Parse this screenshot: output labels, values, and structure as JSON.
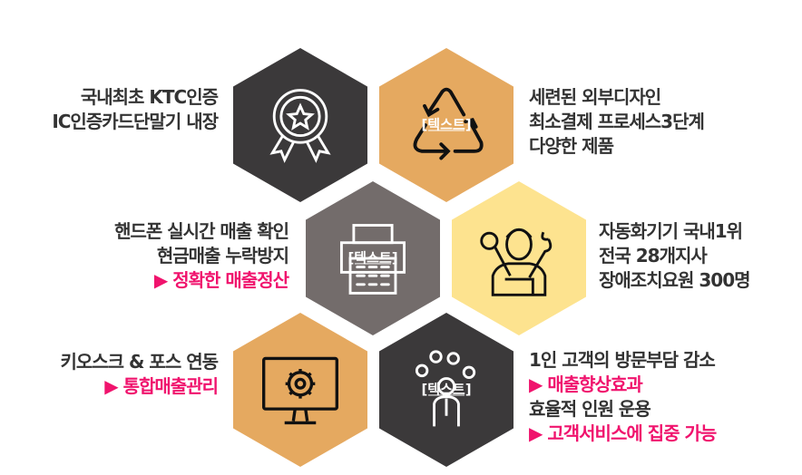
{
  "colors": {
    "dark": "#3b393a",
    "orange": "#e5a960",
    "gray": "#736c6b",
    "yellow": "#fde38f",
    "pink": "#f0136d",
    "text": "#333333"
  },
  "hexes": [
    {
      "icon": "award-medal-icon",
      "overlay": ""
    },
    {
      "icon": "recycle-arrows-icon",
      "overlay": "[텍스트]"
    },
    {
      "icon": "printer-icon",
      "overlay": "[텍스트]"
    },
    {
      "icon": "mechanic-wrench-icon",
      "overlay": ""
    },
    {
      "icon": "monitor-gear-icon",
      "overlay": ""
    },
    {
      "icon": "person-ideas-icon",
      "overlay": "[텍스트]"
    }
  ],
  "blocks": {
    "top_left": [
      "국내최초 KTC인증",
      "IC인증카드단말기 내장"
    ],
    "top_right": [
      "세련된 외부디자인",
      "최소결제 프로세스3단계",
      "다양한 제품"
    ],
    "mid_left": {
      "lines": [
        "핸드폰 실시간 매출 확인",
        "현금매출 누락방지"
      ],
      "highlight": "▶ 정확한 매출정산"
    },
    "mid_right": [
      "자동화기기 국내1위",
      "전국 28개지사",
      "장애조치요원 300명"
    ],
    "bottom_left": {
      "line": "키오스크 & 포스 연동",
      "highlight": "▶ 통합매출관리"
    },
    "bottom_right": {
      "line1": "1인 고객의 방문부담 감소",
      "highlight1": "▶ 매출향상효과",
      "line2": "효율적 인원 운용",
      "highlight2": "▶ 고객서비스에 집중 가능"
    }
  }
}
